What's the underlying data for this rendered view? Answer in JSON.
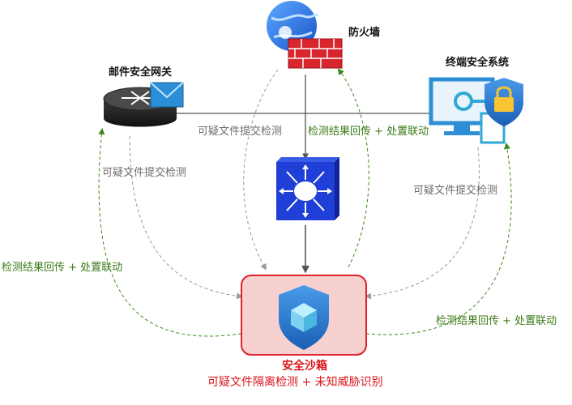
{
  "nodes": {
    "firewall": {
      "label": "防火墙"
    },
    "mail_gateway": {
      "label": "邮件安全网关"
    },
    "endpoint": {
      "label": "终端安全系统"
    },
    "sandbox": {
      "label": "安全沙箱",
      "sublabel": "可疑文件隔离检测 + 未知威胁识别"
    }
  },
  "edges": {
    "firewall_submit": "可疑文件提交检测",
    "firewall_feedback": "检测结果回传 + 处置联动",
    "mail_submit": "可疑文件提交检测",
    "mail_feedback": "检测结果回传 + 处置联动",
    "endpoint_submit": "可疑文件提交检测",
    "endpoint_feedback": "检测结果回传 + 处置联动"
  },
  "colors": {
    "submit_line": "#9a9a9a",
    "feedback_line": "#3a8a1e",
    "sandbox_border": "#e0202a",
    "sandbox_fill": "#f7d0d0",
    "switch_blue": "#1f3fd6",
    "firewall_red": "#d7262e"
  },
  "icons": {
    "firewall": "firewall-globe-icon",
    "mail_gateway": "router-mail-icon",
    "endpoint": "monitor-lock-icon",
    "switch": "core-switch-icon",
    "sandbox": "shield-cube-icon"
  }
}
